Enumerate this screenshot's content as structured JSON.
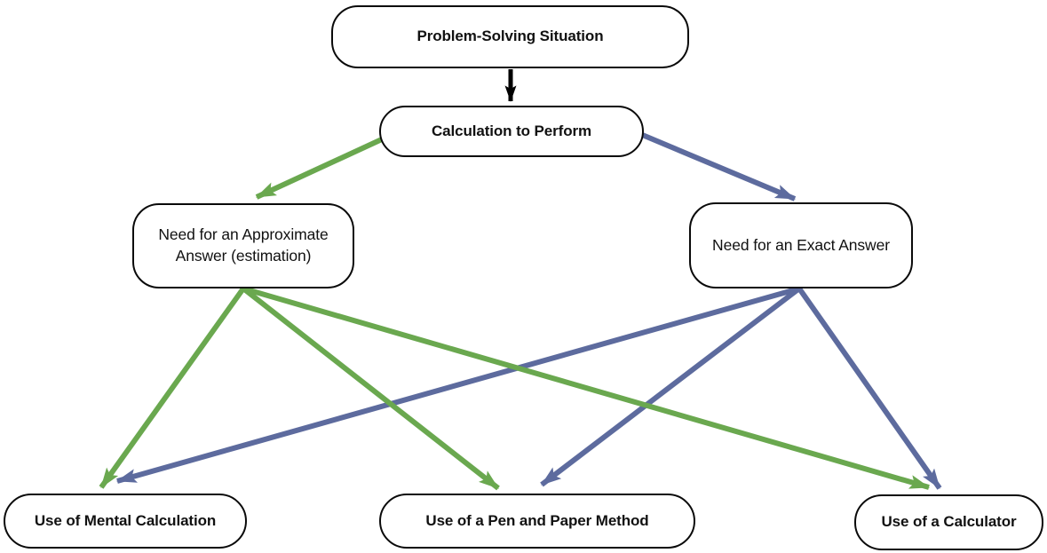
{
  "diagram": {
    "type": "flowchart",
    "nodes": {
      "problem": {
        "label": "Problem-Solving Situation"
      },
      "calculation": {
        "label": "Calculation to Perform"
      },
      "approximate": {
        "label": "Need for an Approximate Answer (estimation)"
      },
      "exact": {
        "label": "Need for an Exact Answer"
      },
      "mental": {
        "label": "Use of Mental Calculation"
      },
      "penpaper": {
        "label": "Use of a Pen and Paper Method"
      },
      "calculator": {
        "label": "Use of a Calculator"
      }
    },
    "edges": [
      {
        "from": "problem",
        "to": "calculation",
        "color": "black"
      },
      {
        "from": "calculation",
        "to": "approximate",
        "color": "green"
      },
      {
        "from": "calculation",
        "to": "exact",
        "color": "blue"
      },
      {
        "from": "approximate",
        "to": "mental",
        "color": "green"
      },
      {
        "from": "approximate",
        "to": "penpaper",
        "color": "green"
      },
      {
        "from": "approximate",
        "to": "calculator",
        "color": "green"
      },
      {
        "from": "exact",
        "to": "mental",
        "color": "blue"
      },
      {
        "from": "exact",
        "to": "penpaper",
        "color": "blue"
      },
      {
        "from": "exact",
        "to": "calculator",
        "color": "blue"
      }
    ]
  },
  "colors": {
    "green": "#6aa84f",
    "blue": "#5d6b9e",
    "black": "#000000"
  }
}
